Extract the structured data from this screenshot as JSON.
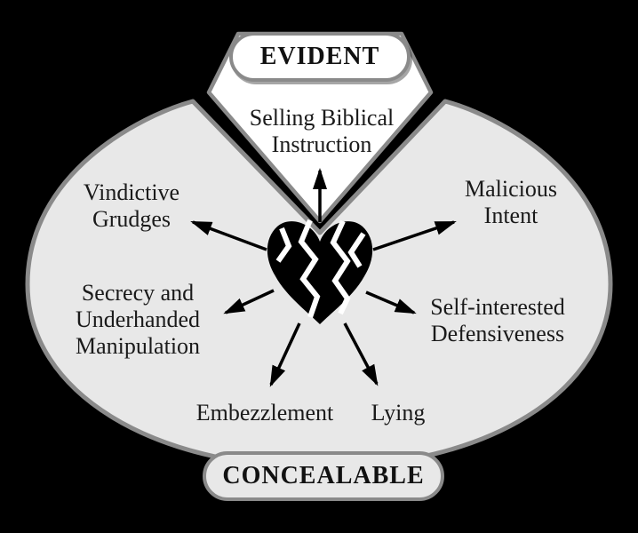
{
  "diagram": {
    "top_band_label": "EVIDENT",
    "bottom_band_label": "CONCEALABLE",
    "center_icon": "broken-heart",
    "spokes": [
      {
        "label": "Selling Biblical Instruction",
        "direction": "up",
        "zone": "evident"
      },
      {
        "label": "Vindictive Grudges",
        "direction": "upper-left",
        "zone": "concealable"
      },
      {
        "label": "Malicious Intent",
        "direction": "upper-right",
        "zone": "concealable"
      },
      {
        "label": "Secrecy and Underhanded Manipulation",
        "direction": "left",
        "zone": "concealable"
      },
      {
        "label": "Self-interested Defensiveness",
        "direction": "right",
        "zone": "concealable"
      },
      {
        "label": "Embezzlement",
        "direction": "lower-left",
        "zone": "concealable"
      },
      {
        "label": "Lying",
        "direction": "lower-right",
        "zone": "concealable"
      }
    ]
  },
  "colors": {
    "background": "#000000",
    "field_fill": "#e8e8e8",
    "field_border": "#8a8a8a",
    "notch_fill": "#ffffff",
    "pill_evident_fill": "#ffffff",
    "pill_concealable_fill": "#e8e8e8",
    "text": "#1a1a1a",
    "icon_and_arrows": "#000000"
  }
}
